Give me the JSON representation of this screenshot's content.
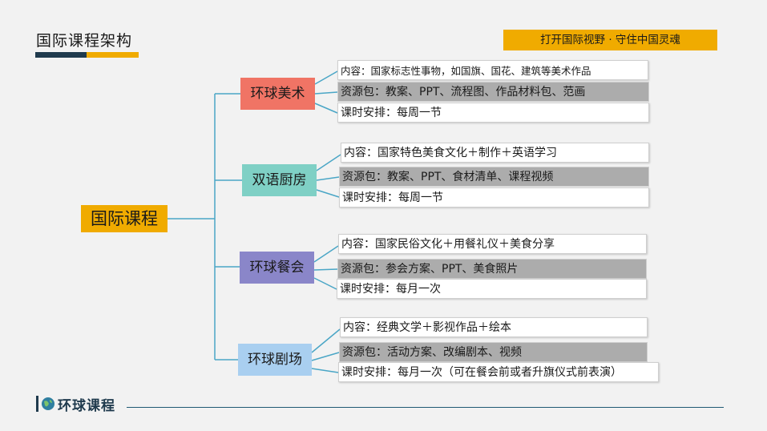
{
  "header": {
    "title": "国际课程架构",
    "slogan": "打开国际视野 · 守住中国灵魂"
  },
  "diagram": {
    "root": "国际课程",
    "categories": [
      {
        "label": "环球美术",
        "color": "#f07465",
        "details": [
          "内容：国家标志性事物，如国旗、国花、建筑等美术作品",
          "资源包：教案、PPT、流程图、作品材料包、范画",
          "课时安排：每周一节"
        ]
      },
      {
        "label": "双语厨房",
        "color": "#7fd0c5",
        "details": [
          "内容：国家特色美食文化＋制作＋英语学习",
          "资源包：教案、PPT、食材清单、课程视频",
          "课时安排：每周一节"
        ]
      },
      {
        "label": "环球餐会",
        "color": "#8a86c9",
        "details": [
          "内容：国家民俗文化＋用餐礼仪＋美食分享",
          "资源包：参会方案、PPT、美食照片",
          "课时安排：每月一次"
        ]
      },
      {
        "label": "环球剧场",
        "color": "#a9cff0",
        "details": [
          "内容：经典文学＋影视作品＋绘本",
          "资源包：活动方案、改编剧本、视频",
          "课时安排：每月一次（可在餐会前或者升旗仪式前表演）"
        ]
      }
    ]
  },
  "footer": {
    "logo_text": "环球课程",
    "logo_icon": "globe-icon"
  }
}
